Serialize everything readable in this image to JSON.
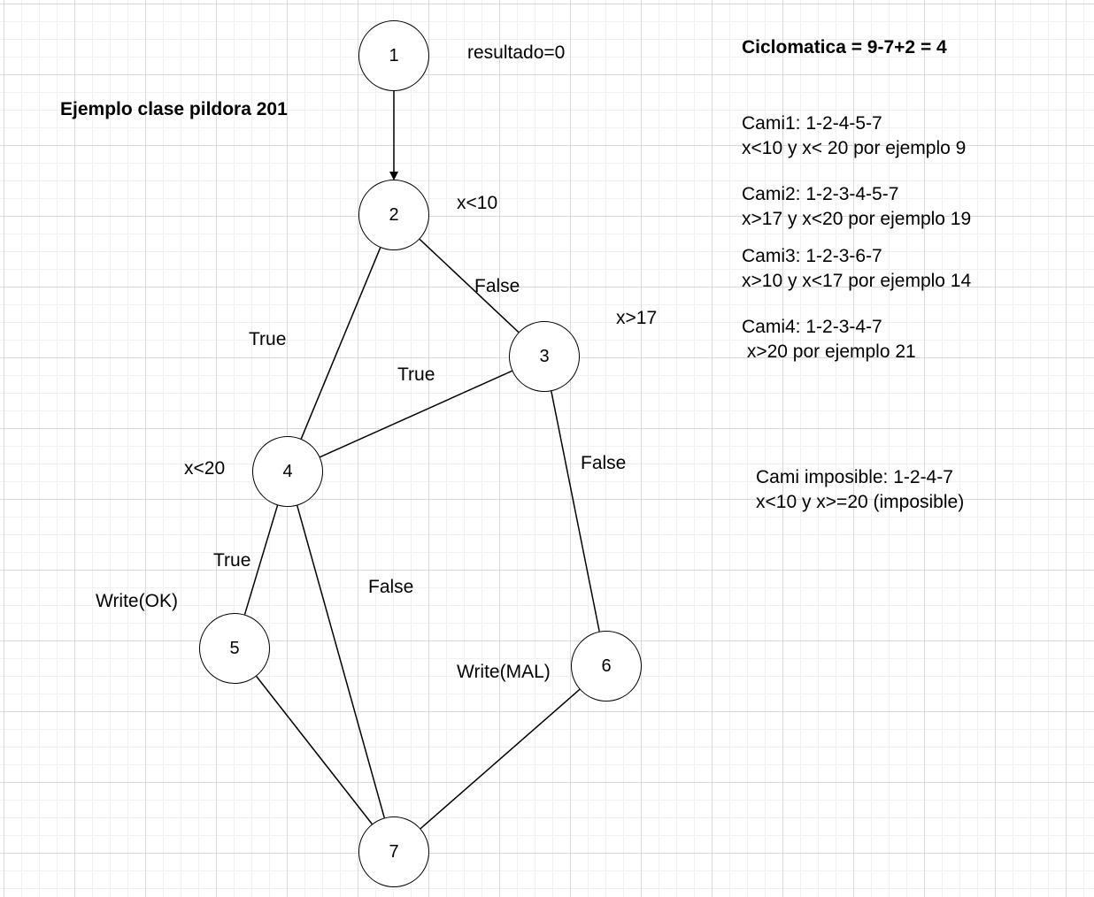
{
  "title": "Ejemplo clase pildora 201",
  "cyclomatic": "Ciclomatica = 9-7+2 = 4",
  "nodes": [
    {
      "id": "1",
      "label": "1"
    },
    {
      "id": "2",
      "label": "2"
    },
    {
      "id": "3",
      "label": "3"
    },
    {
      "id": "4",
      "label": "4"
    },
    {
      "id": "5",
      "label": "5"
    },
    {
      "id": "6",
      "label": "6"
    },
    {
      "id": "7",
      "label": "7"
    }
  ],
  "node_notes": {
    "n1": "resultado=0",
    "n2": "x<10",
    "n3": "x>17",
    "n4": "x<20",
    "n5": "Write(OK)",
    "n6": "Write(MAL)"
  },
  "edges": [
    {
      "from": "1",
      "to": "2",
      "arrow": true,
      "label": ""
    },
    {
      "from": "2",
      "to": "4",
      "arrow": false,
      "label": "True"
    },
    {
      "from": "2",
      "to": "3",
      "arrow": false,
      "label": "False"
    },
    {
      "from": "3",
      "to": "4",
      "arrow": false,
      "label": "True"
    },
    {
      "from": "3",
      "to": "6",
      "arrow": false,
      "label": "False"
    },
    {
      "from": "4",
      "to": "5",
      "arrow": false,
      "label": "True"
    },
    {
      "from": "4",
      "to": "7",
      "arrow": false,
      "label": "False"
    },
    {
      "from": "5",
      "to": "7",
      "arrow": false,
      "label": ""
    },
    {
      "from": "6",
      "to": "7",
      "arrow": false,
      "label": ""
    }
  ],
  "paths": [
    "Cami1: 1-2-4-5-7\nx<10 y x< 20 por ejemplo 9",
    "Cami2: 1-2-3-4-5-7\nx>17 y x<20 por ejemplo 19",
    "Cami3: 1-2-3-6-7\nx>10 y x<17 por ejemplo 14",
    "Cami4: 1-2-3-4-7\n x>20 por ejemplo 21"
  ],
  "impossible_path": "Cami imposible: 1-2-4-7\nx<10 y x>=20 (imposible)"
}
